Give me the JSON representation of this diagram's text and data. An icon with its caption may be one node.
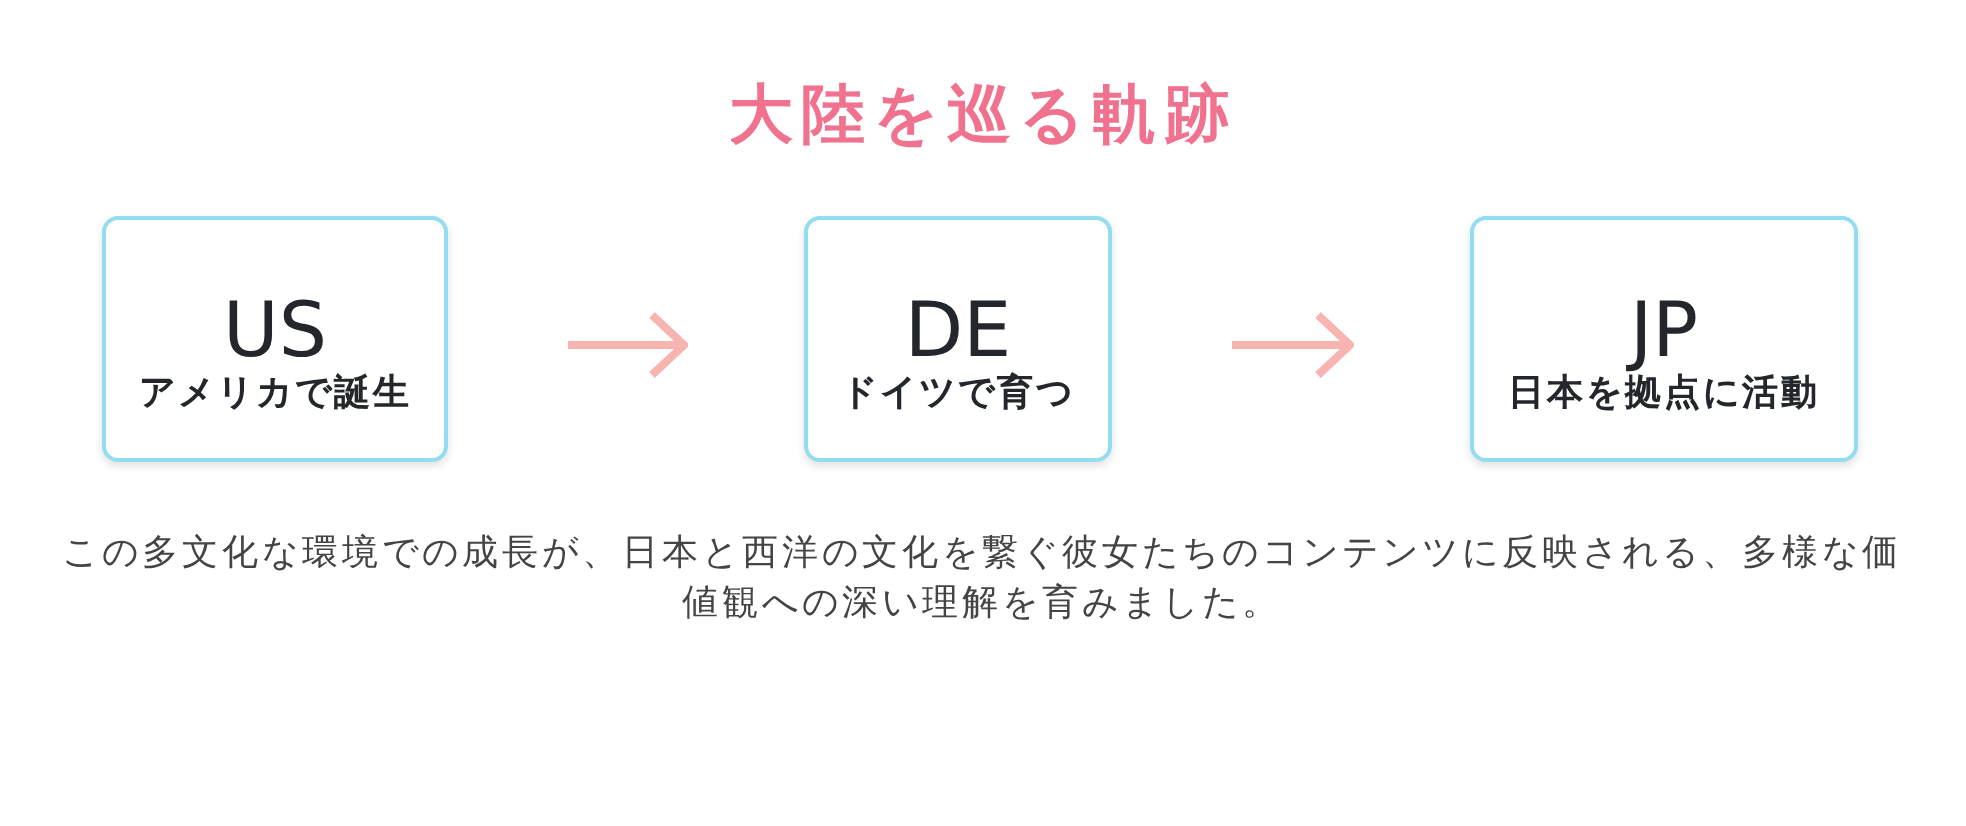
{
  "diagram": {
    "title": "大陸を巡る軌跡",
    "nodes": [
      {
        "text": [
          "US",
          "アメリカで誕生"
        ]
      },
      {
        "text": [
          "DE",
          "ドイツで育つ"
        ]
      },
      {
        "text": [
          "JP",
          "日本を拠点に活動"
        ]
      }
    ],
    "edges": [
      {
        "from": 0,
        "to": 1,
        "arrow": "to"
      },
      {
        "from": 1,
        "to": 2,
        "arrow": "to"
      }
    ],
    "caption": "この多文化な環境での成長が、日本と西洋の文化を繋ぐ彼女たちのコンテンツに反映される、多様な価値観への深い理解を育みました。"
  }
}
